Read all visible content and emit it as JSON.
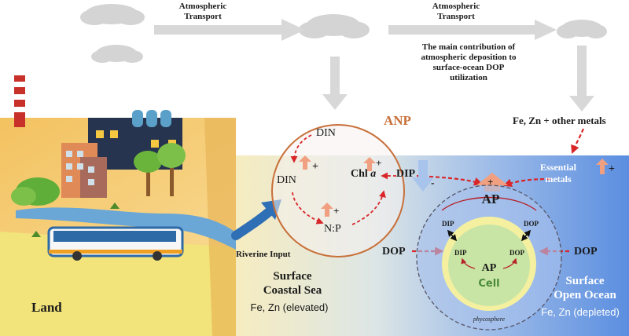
{
  "top": {
    "transport_1_line1": "Atmospheric",
    "transport_1_line2": "Transport",
    "transport_2_line1": "Atmospheric",
    "transport_2_line2": "Transport",
    "contribution_line1": "The main contribution of",
    "contribution_line2": "atmospheric deposition to",
    "contribution_line3": "surface-ocean DOP",
    "contribution_line4": "utilization",
    "metals_label": "Fe, Zn + other metals"
  },
  "land": {
    "label": "Land",
    "riverine_label": "Riverine Input"
  },
  "anp": {
    "title": "ANP",
    "din_top": "DIN",
    "din_left": "DIN",
    "np": "N:P",
    "chl": "Chl",
    "chl_a": "a",
    "dip": "DIP"
  },
  "cell": {
    "essential_line1": "Essential",
    "essential_line2": "metals",
    "ap_outer": "AP",
    "dip_outer": "DIP",
    "dop_outer": "DOP",
    "dip_inner": "DIP",
    "dop_inner": "DOP",
    "ap_inner": "AP",
    "cell_label": "Cell",
    "phycosphere": "phycosphere",
    "dop_left": "DOP",
    "dop_right": "DOP"
  },
  "regions": {
    "coastal_line1": "Surface",
    "coastal_line2": "Coastal Sea",
    "coastal_metals": "Fe, Zn (elevated)",
    "ocean_line1": "Surface",
    "ocean_line2": "Open Ocean",
    "ocean_metals": "Fe, Zn (depleted)"
  },
  "signs": {
    "din_plus": "+",
    "np_plus": "+",
    "chl_plus": "+",
    "dip_minus": "-",
    "metals_plus": "+",
    "ap_plus": "+"
  },
  "colors": {
    "anp_title": "#c8703a",
    "red_arrow": "#d8262a",
    "up_arrow": "#f0a080",
    "down_arrow": "#a8c4ec",
    "coastal_bg": "#f4e8b8",
    "ocean_bg": "#5b8ee0",
    "river_arrow": "#2f6fb5",
    "cell_fill": "#c9e5a5",
    "cell_rim": "#f5f0a0"
  }
}
